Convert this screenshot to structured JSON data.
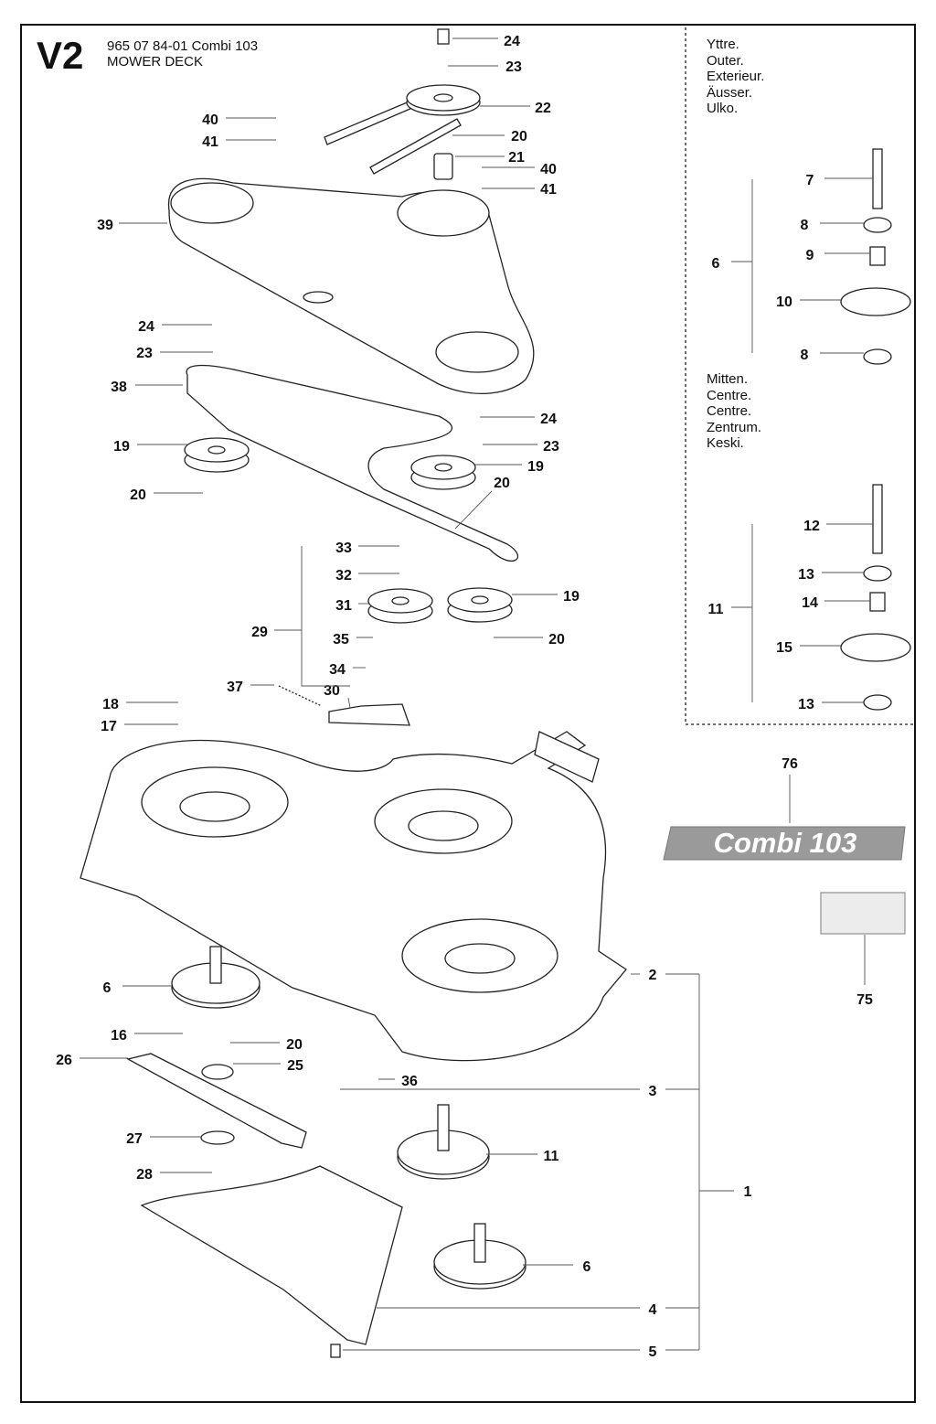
{
  "header": {
    "code": "V2",
    "title_line1": "965 07 84-01 Combi 103",
    "title_line2": "MOWER DECK"
  },
  "legend_outer": [
    "Yttre.",
    "Outer.",
    "Exterieur.",
    "Äusser.",
    "Ulko."
  ],
  "legend_center": [
    "Mitten.",
    "Centre.",
    "Centre.",
    "Zentrum.",
    "Keski."
  ],
  "badge_text": "Combi 103",
  "colors": {
    "line": "#222222",
    "badge_fill": "#9a9a9a",
    "badge_text": "#ffffff",
    "part_fill": "#ffffff"
  },
  "callouts": [
    "24",
    "23",
    "22",
    "20",
    "21",
    "40",
    "41",
    "40",
    "41",
    "39",
    "24",
    "23",
    "38",
    "24",
    "23",
    "19",
    "19",
    "20",
    "20",
    "33",
    "32",
    "31",
    "29",
    "35",
    "34",
    "37",
    "30",
    "19",
    "20",
    "18",
    "17",
    "7",
    "8",
    "9",
    "6",
    "10",
    "8",
    "12",
    "13",
    "14",
    "11",
    "15",
    "13",
    "76",
    "75",
    "2",
    "6",
    "16",
    "20",
    "25",
    "26",
    "36",
    "3",
    "27",
    "28",
    "11",
    "1",
    "6",
    "4",
    "5"
  ]
}
